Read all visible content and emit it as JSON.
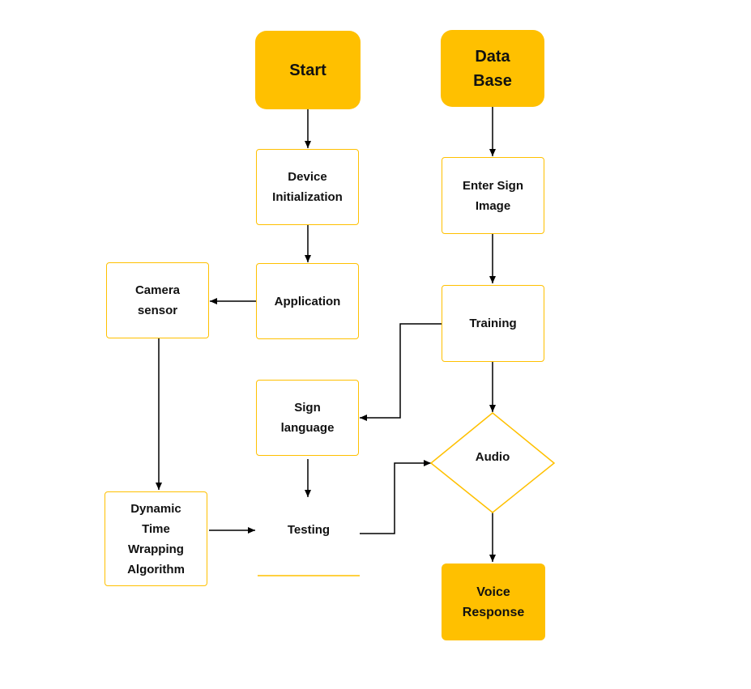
{
  "diagram": {
    "nodes": {
      "start": "Start",
      "database": "Data\nBase",
      "device_init": "Device\nInitialization",
      "enter_sign": "Enter Sign\nImage",
      "application": "Application",
      "camera": "Camera\nsensor",
      "training": "Training",
      "sign_language": "Sign\nlanguage",
      "audio": "Audio",
      "dtw": "Dynamic\nTime\nWrapping\nAlgorithm",
      "testing": "Testing",
      "voice": "Voice\nResponse"
    },
    "colors": {
      "accent": "#ffc000",
      "line": "#000000",
      "text": "#111111"
    }
  }
}
